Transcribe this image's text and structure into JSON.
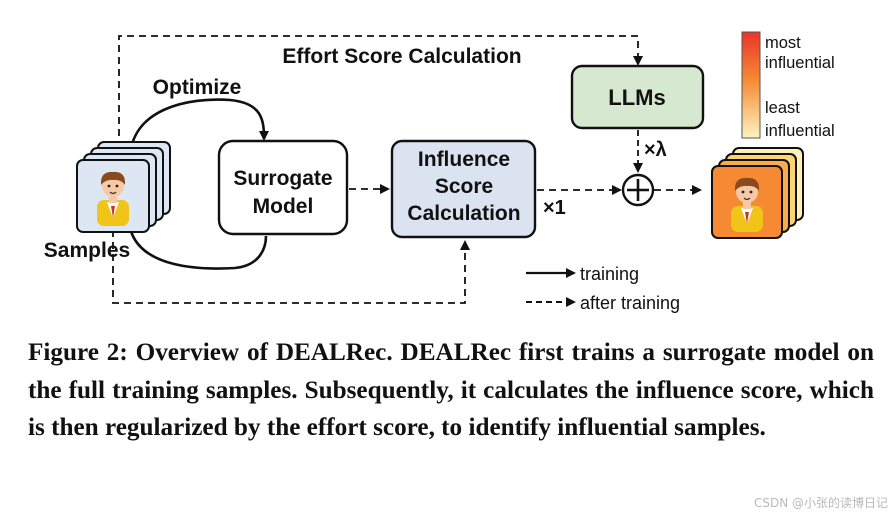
{
  "diagram": {
    "effort_title": "Effort Score Calculation",
    "optimize_label": "Optimize",
    "samples_label": "Samples",
    "surrogate_line1": "Surrogate",
    "surrogate_line2": "Model",
    "influence_line1": "Influence",
    "influence_line2": "Score",
    "influence_line3": "Calculation",
    "llms_label": "LLMs",
    "lambda_label": "×λ",
    "one_label": "×1",
    "gradient": {
      "top_label_1": "most",
      "top_label_2": "influential",
      "bottom_label_1": "least",
      "bottom_label_2": "influential",
      "color_top": "#e8342b",
      "color_bottom": "#fdf3c0",
      "top_text_color": "#e8342b",
      "bottom_text_color": "#f2b41c"
    },
    "legend": {
      "solid": "training",
      "dashed": "after training"
    },
    "colors": {
      "influence_box": "#dbe3f1",
      "llms_box": "#d6e8cf",
      "output_card": "#f58a33",
      "sample_card": "#dde7f3"
    }
  },
  "caption": "Figure 2: Overview of DEALRec. DEALRec first trains a surrogate model on the full training samples. Subsequently, it calculates the influence score, which is then regularized by the effort score, to identify influential samples.",
  "watermark": "CSDN @小张的读博日记"
}
